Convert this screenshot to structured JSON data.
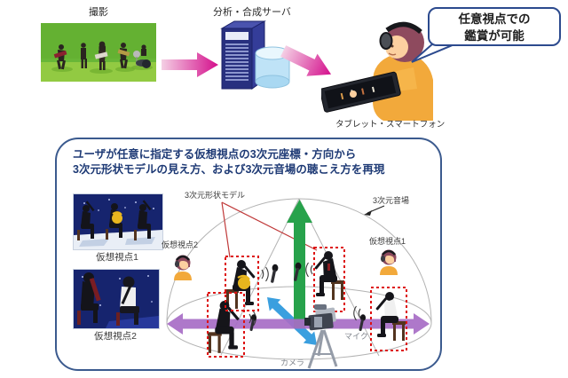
{
  "top": {
    "capture_label": "撮影",
    "server_label": "分析・合成サーバ",
    "bubble": {
      "line1": "任意視点での",
      "line2": "鑑賞が可能"
    },
    "device_label": "タブレット・スマートフォン"
  },
  "panel": {
    "heading_line1": "ユーザが任意に指定する仮想視点の3次元座標・方向から",
    "heading_line2": "3次元形状モデルの見え方、および3次元音場の聴こえ方を再現",
    "views": [
      {
        "label": "仮想視点1"
      },
      {
        "label": "仮想視点2"
      }
    ],
    "diagram": {
      "model_label": "3次元形状モデル",
      "soundfield_label": "3次元音場",
      "viewpoint1_label": "仮想視点1",
      "viewpoint2_label": "仮想視点2",
      "mic_label": "マイク",
      "camera_label": "カメラ"
    }
  },
  "colors": {
    "pink": "#d40f8c",
    "pink-light": "#f4cfe4",
    "navy": "#283181",
    "bubble-border": "#2c4a8e",
    "panel-border": "#3b5a8e",
    "heading": "#1e3a75",
    "green": "#27a24b",
    "purple": "#a76cc5",
    "blue": "#3a9fdf",
    "red": "#dd1111",
    "chroma": "#68b637"
  }
}
